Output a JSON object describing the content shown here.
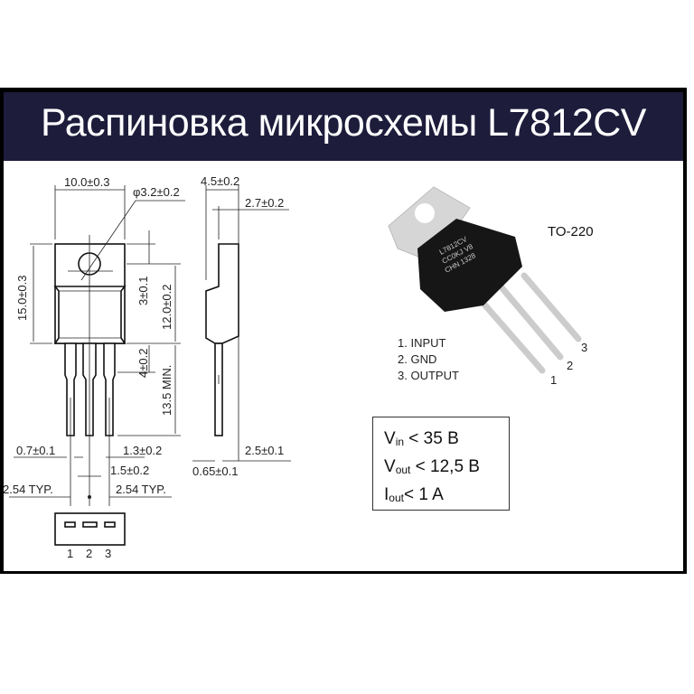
{
  "title": "Распиновка микросхемы L7812CV",
  "colors": {
    "header_bg": "#1d1c3b",
    "frame": "#000000",
    "title_text": "#ffffff"
  },
  "package": "TO-220",
  "chip_marking": [
    "L7812CV",
    "CC0KJ V8",
    "CHN 1328"
  ],
  "dimensions": {
    "width": "10.0±0.3",
    "hole": "φ3.2±0.2",
    "depth": "4.5±0.2",
    "tab_offset": "2.7±0.2",
    "height": "15.0±0.3",
    "hole_pos": "3±0.1",
    "body_height": "12.0±0.2",
    "lead_shoulder": "4±0.2",
    "lead_length": "13.5 MIN.",
    "lead_width": "0.7±0.1",
    "lead_shoulder_width": "1.3±0.2",
    "lead_gap": "1.5±0.2",
    "pitch_left": "2.54 TYP.",
    "pitch_right": "2.54 TYP.",
    "lead_offset": "2.5±0.1",
    "lead_thickness": "0.65±0.1"
  },
  "pin_numbers": [
    "1",
    "2",
    "3"
  ],
  "pinout": [
    "1.  INPUT",
    "2.  GND",
    "3.  OUTPUT"
  ],
  "specs": [
    {
      "sym": "V",
      "sub": "in",
      "value": " < 35 B"
    },
    {
      "sym": "V",
      "sub": "out",
      "value": " < 12,5 B"
    },
    {
      "sym": "I",
      "sub": "out",
      "value": "< 1 A"
    }
  ]
}
